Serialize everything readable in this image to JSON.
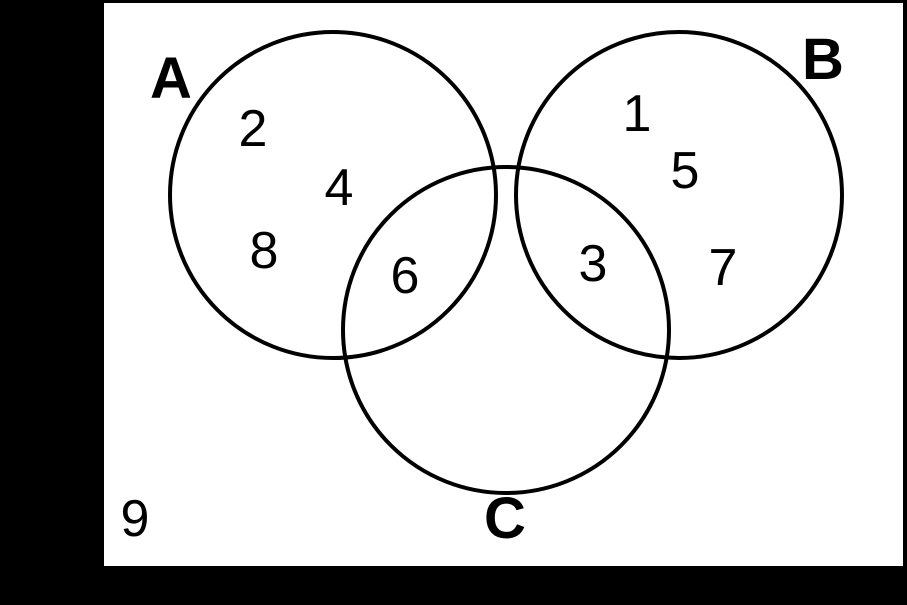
{
  "scene": {
    "background_color": "#000000",
    "canvas_color": "#ffffff",
    "stroke_color": "#000000",
    "diagram_type": "venn-3-set"
  },
  "venn": {
    "set_labels": {
      "a": "A",
      "b": "B",
      "c": "C"
    },
    "items": {
      "a_only": [
        "2",
        "4",
        "8"
      ],
      "b_only": [
        "1",
        "5",
        "7"
      ],
      "c_only": [],
      "a_and_c": [
        "6"
      ],
      "b_and_c": [
        "3"
      ],
      "a_and_b": [],
      "a_b_c": [],
      "outside": [
        "9"
      ]
    }
  }
}
